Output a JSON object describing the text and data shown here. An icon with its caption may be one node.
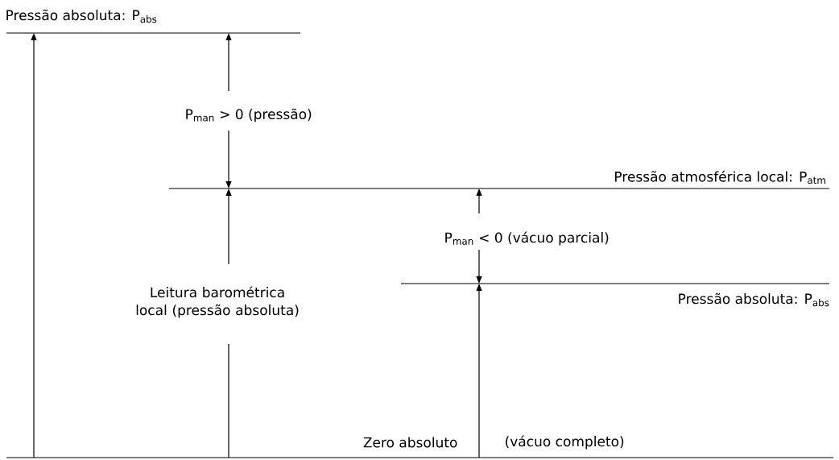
{
  "diagram": {
    "labels": [
      "Pressão absoluta: P$_{abs}$",
      "P$_{man}$ > 0 (pressão)",
      "Pressão atmosférica local: P$_{atm}$",
      "P$_{man}$ < 0 (vácuo parcial)",
      "Leitura barométrica local (pressão absoluta)",
      "Pressão absoluta: P$_{abs}$",
      "Zero absoluto",
      "(vácuo completo)"
    ]
  }
}
